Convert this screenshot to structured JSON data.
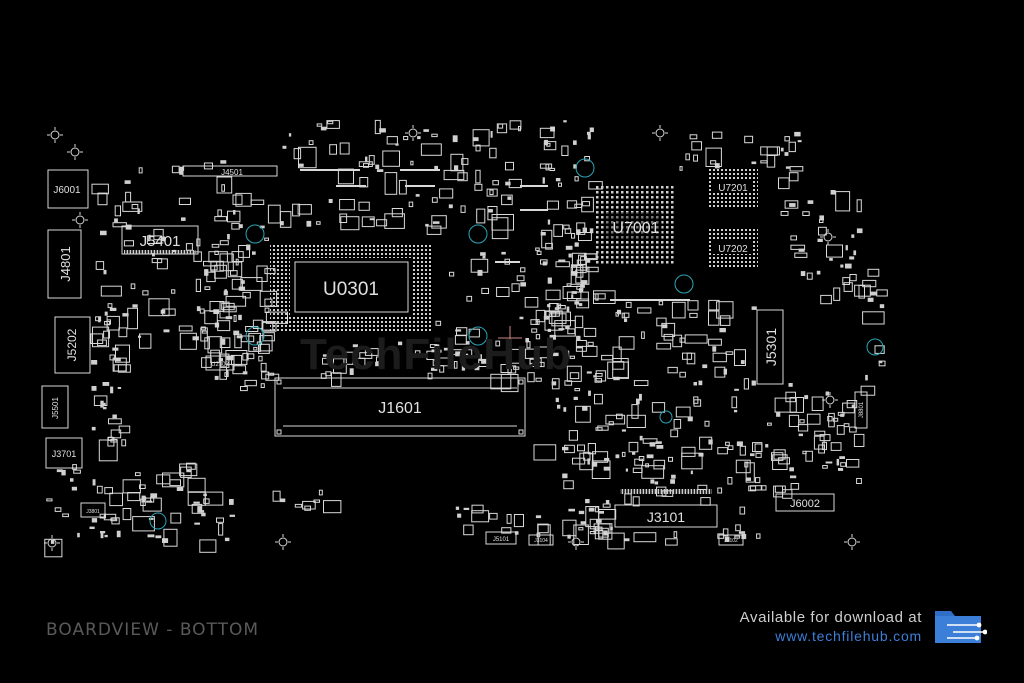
{
  "components": {
    "cpu": "U0301",
    "gpu": "U7001",
    "vram_top": "U7201",
    "vram_bottom": "U7202",
    "j1601": "J1601",
    "j5401": "J5401",
    "j4801": "J4801",
    "j5202": "J5202",
    "j5301": "J5301",
    "j3101": "J3101",
    "j6002": "J6002",
    "j6001": "J6001",
    "j4501": "J4501",
    "j5501": "J5501",
    "j3701": "J3701",
    "j5101": "J5101",
    "j3102": "J3102",
    "j3104": "J3104",
    "j3801": "J3801",
    "j8801": "J8801",
    "u2803": "U2803"
  },
  "footer": {
    "view_label": "BOARDVIEW - BOTTOM",
    "available_text": "Available for download at",
    "website": "www.techfilehub.com",
    "watermark": "TechFileHub"
  },
  "icons": {
    "brand": "folder-circuit-icon",
    "mount": "mount-hole-icon"
  },
  "colors": {
    "background": "#000000",
    "trace": "#d9d9d9",
    "accent_blue": "#3c7fd8",
    "cyan_marker": "#2aa5b5"
  }
}
